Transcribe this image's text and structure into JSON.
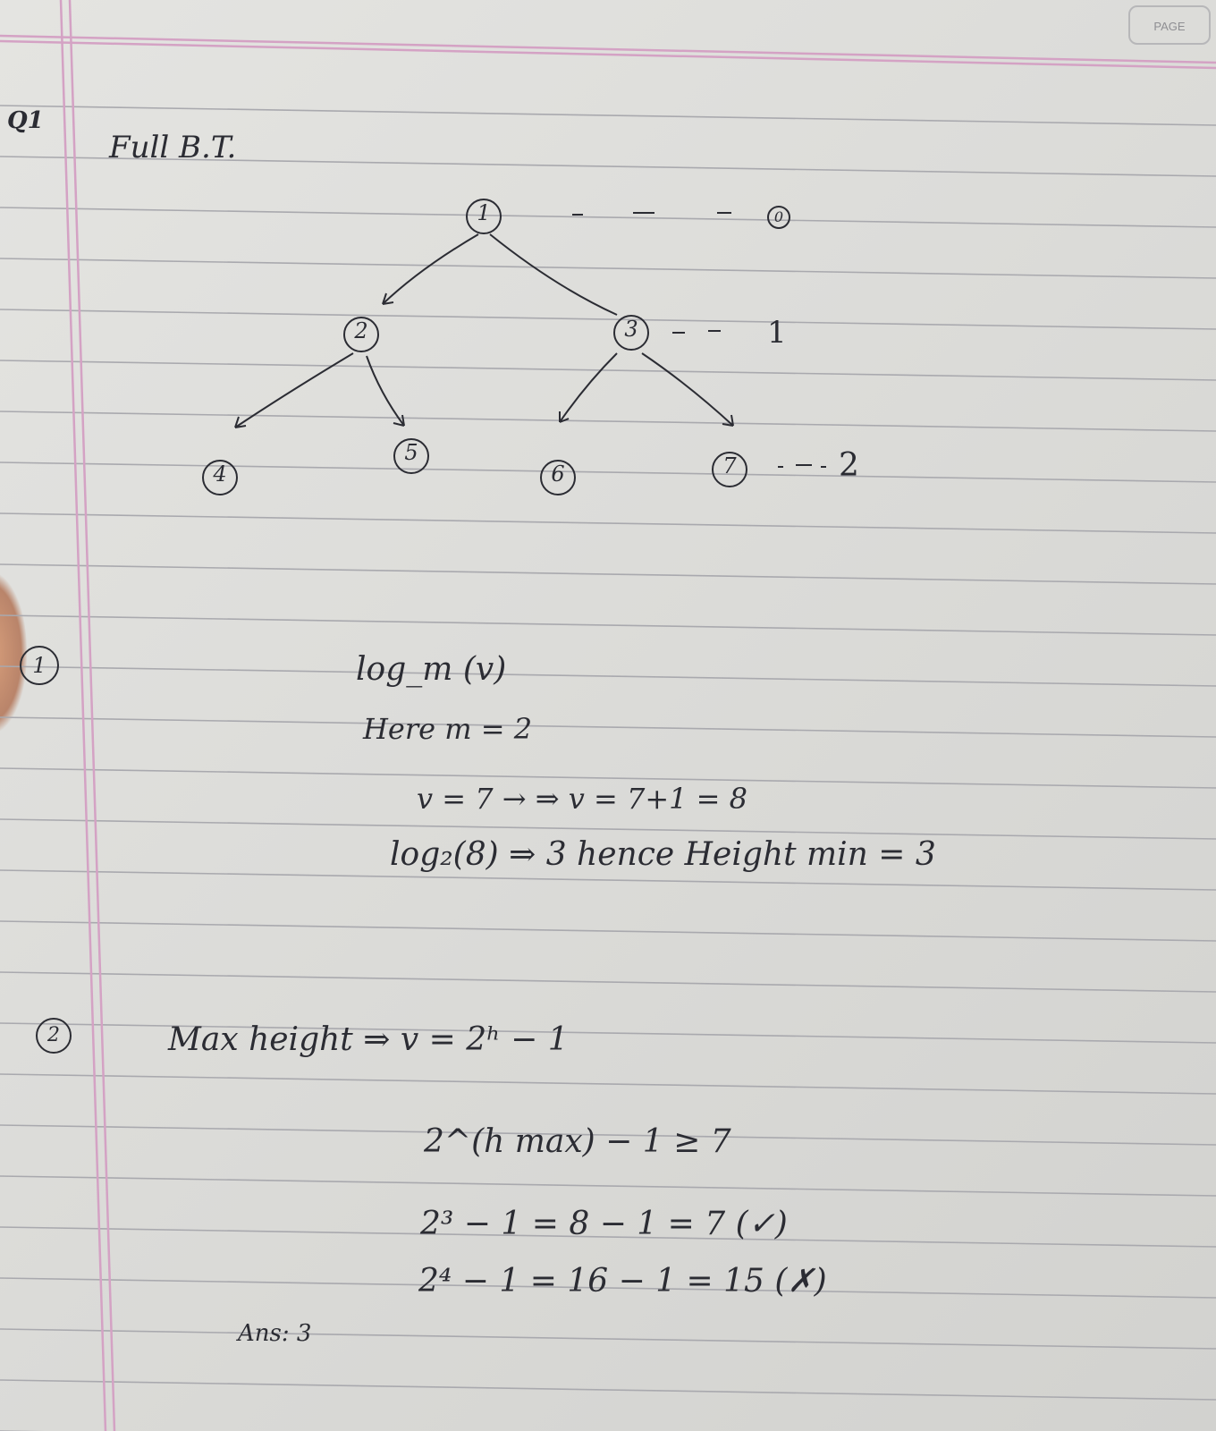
{
  "header": {
    "page_label": "PAGE"
  },
  "question": {
    "number": "Q1",
    "title": "Full B.T."
  },
  "tree": {
    "nodes": [
      "1",
      "2",
      "3",
      "4",
      "5",
      "6",
      "7"
    ],
    "level_labels": [
      "0",
      "1",
      "2"
    ]
  },
  "part1": {
    "marker": "1",
    "formula": "log_m (v)",
    "line_here": "Here m = 2",
    "line_v": "v = 7 → ⇒ v = 7+1 = 8",
    "line_log": "log₂(8) ⇒ 3 hence Height min = 3"
  },
  "part2": {
    "marker": "2",
    "line_max": "Max height ⇒ v = 2ʰ − 1",
    "line_ineq": "2^(h max) − 1 ≥ 7",
    "line_three": "2³ − 1 = 8 − 1 = 7 (✓)",
    "line_four": "2⁴ − 1 = 16 − 1 = 15 (✗)",
    "answer": "Ans: 3"
  },
  "colors": {
    "ink": "#2b2c33",
    "margin_line": "#d4a2c4",
    "rule_line": "#a9a9ae"
  }
}
